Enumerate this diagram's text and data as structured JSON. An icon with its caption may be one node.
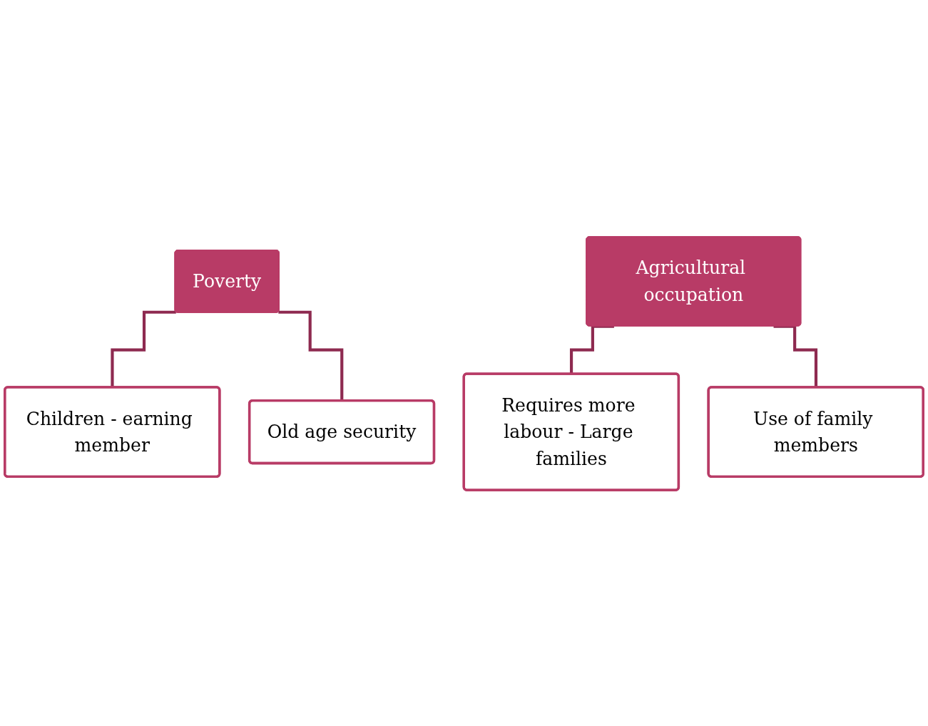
{
  "diagram": {
    "nodes": [
      {
        "text": [
          "Poverty"
        ]
      },
      {
        "text": [
          "Children - earning member"
        ]
      },
      {
        "text": [
          "Old age security"
        ]
      },
      {
        "text": [
          "Agricultural occupation"
        ]
      },
      {
        "text": [
          "Requires more labour - Large families"
        ]
      },
      {
        "text": [
          "Use of family members"
        ]
      }
    ],
    "edges": [
      {
        "from": 0,
        "to": 1,
        "arrow": "none"
      },
      {
        "from": 0,
        "to": 2,
        "arrow": "none"
      },
      {
        "from": 3,
        "to": 4,
        "arrow": "none"
      },
      {
        "from": 3,
        "to": 5,
        "arrow": "none"
      }
    ]
  }
}
